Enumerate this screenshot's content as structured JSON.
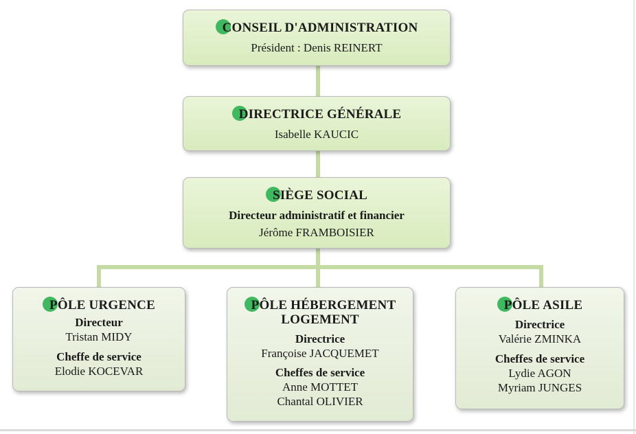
{
  "conseil": {
    "title": "CONSEIL D'ADMINISTRATION",
    "title_first": "C",
    "title_rest": "ONSEIL D'ADMINISTRATION",
    "president": "Président : Denis REINERT"
  },
  "directrice_generale": {
    "title_first": "D",
    "title_rest": "IRECTRICE GÉNÉRALE",
    "name": "Isabelle KAUCIC"
  },
  "siege_social": {
    "title_first": "S",
    "title_rest": "IÈGE SOCIAL",
    "role": "Directeur administratif et financier",
    "name": "Jérôme FRAMBOISIER"
  },
  "poles": [
    {
      "title_first": "P",
      "title_rest": "ÔLE URGENCE",
      "role1": "Directeur",
      "name1": "Tristan MIDY",
      "role2": "Cheffe de service",
      "name2": "Elodie KOCEVAR"
    },
    {
      "title_first": "P",
      "title_rest": "ÔLE HÉBERGEMENT",
      "title_line2": "LOGEMENT",
      "role1": "Directrice",
      "name1": "Françoise JACQUEMET",
      "role2": "Cheffes de service",
      "name2a": "Anne MOTTET",
      "name2b": "Chantal OLIVIER"
    },
    {
      "title_first": "P",
      "title_rest": "ÔLE ASILE",
      "role1": "Directrice",
      "name1": "Valérie ZMINKA",
      "role2": "Cheffes de service",
      "name2a": "Lydie AGON",
      "name2b": "Myriam JUNGES"
    }
  ],
  "colors": {
    "box_fill": "#d8ebbd",
    "box_fill_pale": "#e2ebd4",
    "connector": "#c5dba3",
    "dot": "#3fb85f"
  }
}
